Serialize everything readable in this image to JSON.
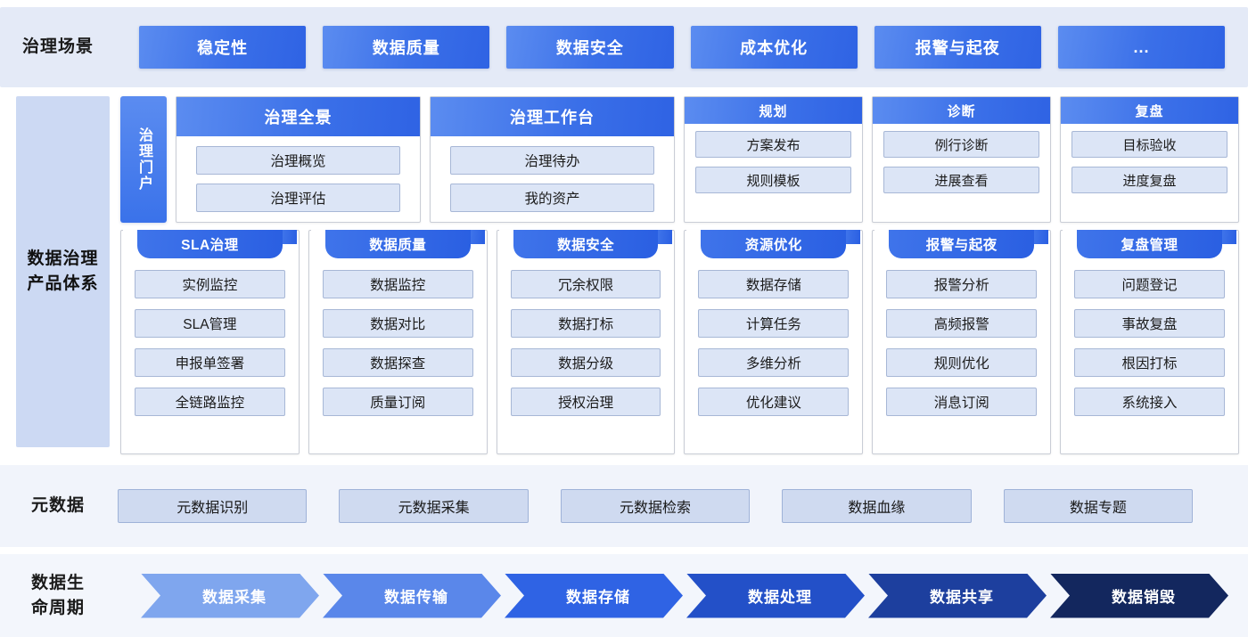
{
  "scenarios": {
    "label": "治理场景",
    "items": [
      {
        "label": "稳定性"
      },
      {
        "label": "数据质量"
      },
      {
        "label": "数据安全"
      },
      {
        "label": "成本优化"
      },
      {
        "label": "报警与起夜"
      },
      {
        "label": "..."
      }
    ]
  },
  "product_system": {
    "label": "数据治理\n产品体系",
    "label_line1": "数据治理",
    "label_line2": "产品体系",
    "portal_tab": "治理门户",
    "top_cards": [
      {
        "title": "治理全景",
        "items": [
          "治理概览",
          "治理评估"
        ]
      },
      {
        "title": "治理工作台",
        "items": [
          "治理待办",
          "我的资产"
        ]
      },
      {
        "title": "规划",
        "items": [
          "方案发布",
          "规则模板"
        ]
      },
      {
        "title": "诊断",
        "items": [
          "例行诊断",
          "进展查看"
        ]
      },
      {
        "title": "复盘",
        "items": [
          "目标验收",
          "进度复盘"
        ]
      }
    ],
    "columns": [
      {
        "title": "SLA治理",
        "items": [
          "实例监控",
          "SLA管理",
          "申报单签署",
          "全链路监控"
        ]
      },
      {
        "title": "数据质量",
        "items": [
          "数据监控",
          "数据对比",
          "数据探查",
          "质量订阅"
        ]
      },
      {
        "title": "数据安全",
        "items": [
          "冗余权限",
          "数据打标",
          "数据分级",
          "授权治理"
        ]
      },
      {
        "title": "资源优化",
        "items": [
          "数据存储",
          "计算任务",
          "多维分析",
          "优化建议"
        ]
      },
      {
        "title": "报警与起夜",
        "items": [
          "报警分析",
          "高频报警",
          "规则优化",
          "消息订阅"
        ]
      },
      {
        "title": "复盘管理",
        "items": [
          "问题登记",
          "事故复盘",
          "根因打标",
          "系统接入"
        ]
      }
    ]
  },
  "metadata": {
    "label": "元数据",
    "items": [
      "元数据识别",
      "元数据采集",
      "元数据检索",
      "数据血缘",
      "数据专题"
    ]
  },
  "lifecycle": {
    "label_line1": "数据生",
    "label_line2": "命周期",
    "items": [
      {
        "label": "数据采集",
        "color": "#7fa6ee"
      },
      {
        "label": "数据传输",
        "color": "#5a87ea"
      },
      {
        "label": "数据存储",
        "color": "#2f63e4"
      },
      {
        "label": "数据处理",
        "color": "#2350c8"
      },
      {
        "label": "数据共享",
        "color": "#1d3f9e"
      },
      {
        "label": "数据销毁",
        "color": "#13275e"
      }
    ]
  },
  "colors": {
    "band_bg": "#e4eaf7",
    "accent": "#3a6fe8",
    "chip_bg": "#dce5f6",
    "chip_border": "#a7b7d6",
    "label_bg": "#ccd9f3"
  }
}
